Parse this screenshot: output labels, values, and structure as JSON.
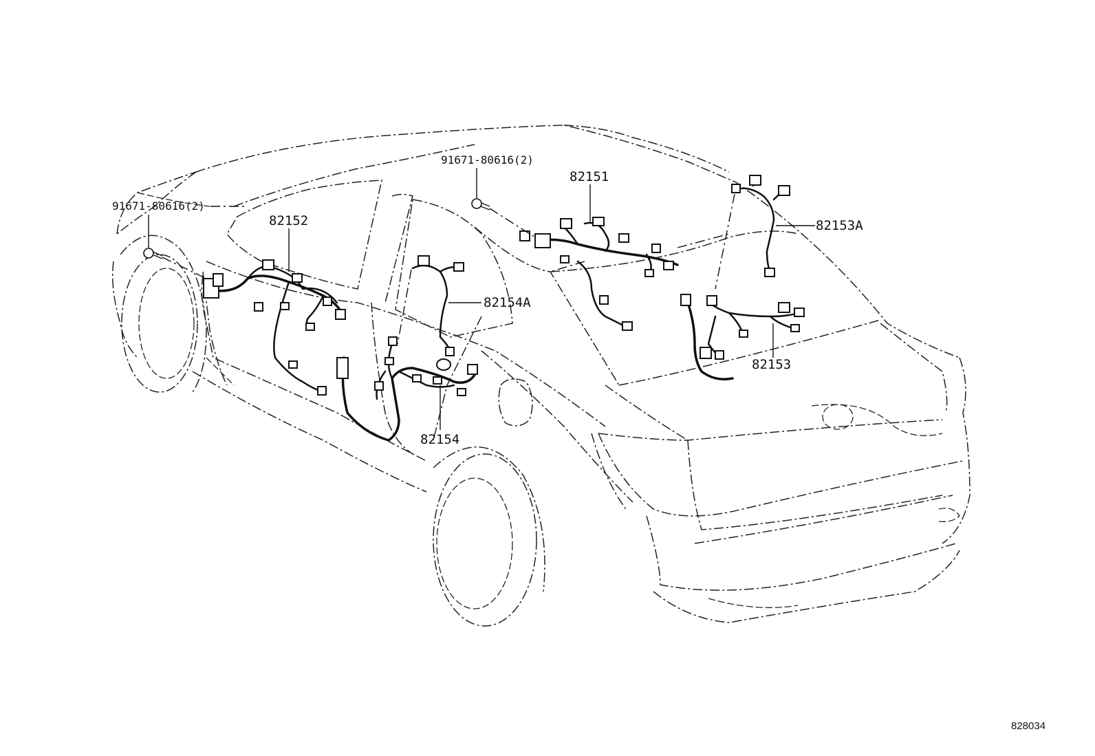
{
  "labels": {
    "bolt_left": "91671-80616(2)",
    "bolt_top": "91671-80616(2)",
    "p82151": "82151",
    "p82152": "82152",
    "p82153A": "82153A",
    "p82153": "82153",
    "p82154A": "82154A",
    "p82154": "82154"
  },
  "reference_number": "828034"
}
